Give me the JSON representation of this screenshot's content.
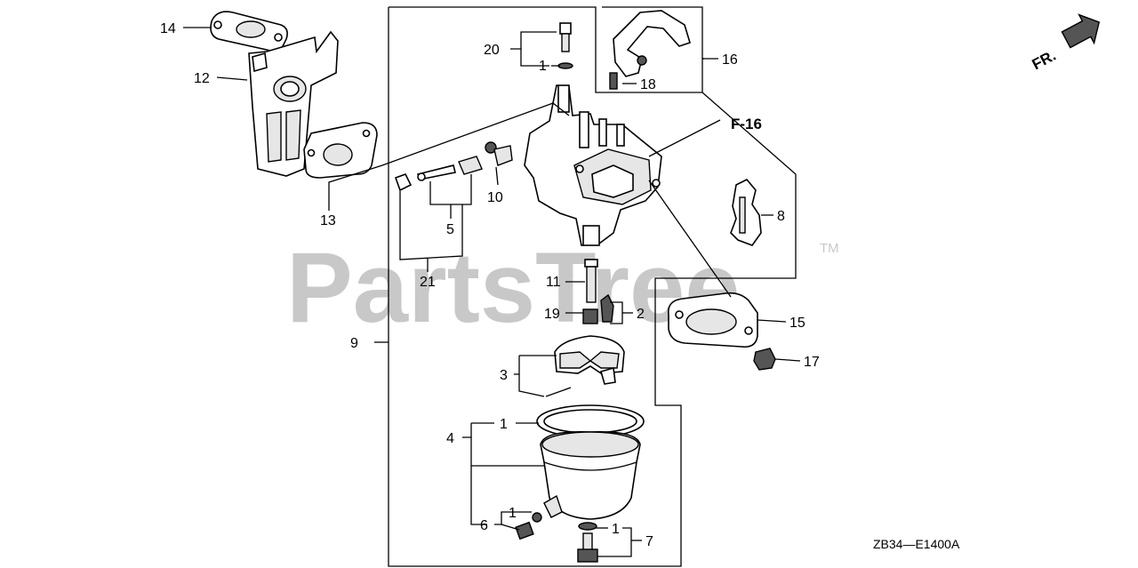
{
  "watermark": {
    "text": "PartsTree",
    "trademark": "TM"
  },
  "direction": {
    "label": "FR."
  },
  "reference": {
    "label": "F-16"
  },
  "drawing_code": "ZB34—E1400A",
  "callouts": {
    "c1a": "1",
    "c1b": "1",
    "c1c": "1",
    "c1d": "1",
    "c2": "2",
    "c3": "3",
    "c4": "4",
    "c5": "5",
    "c6": "6",
    "c7": "7",
    "c8": "8",
    "c9": "9",
    "c10": "10",
    "c11": "11",
    "c12": "12",
    "c13": "13",
    "c14": "14",
    "c15": "15",
    "c16": "16",
    "c17": "17",
    "c18": "18",
    "c19": "19",
    "c20": "20",
    "c21": "21"
  }
}
